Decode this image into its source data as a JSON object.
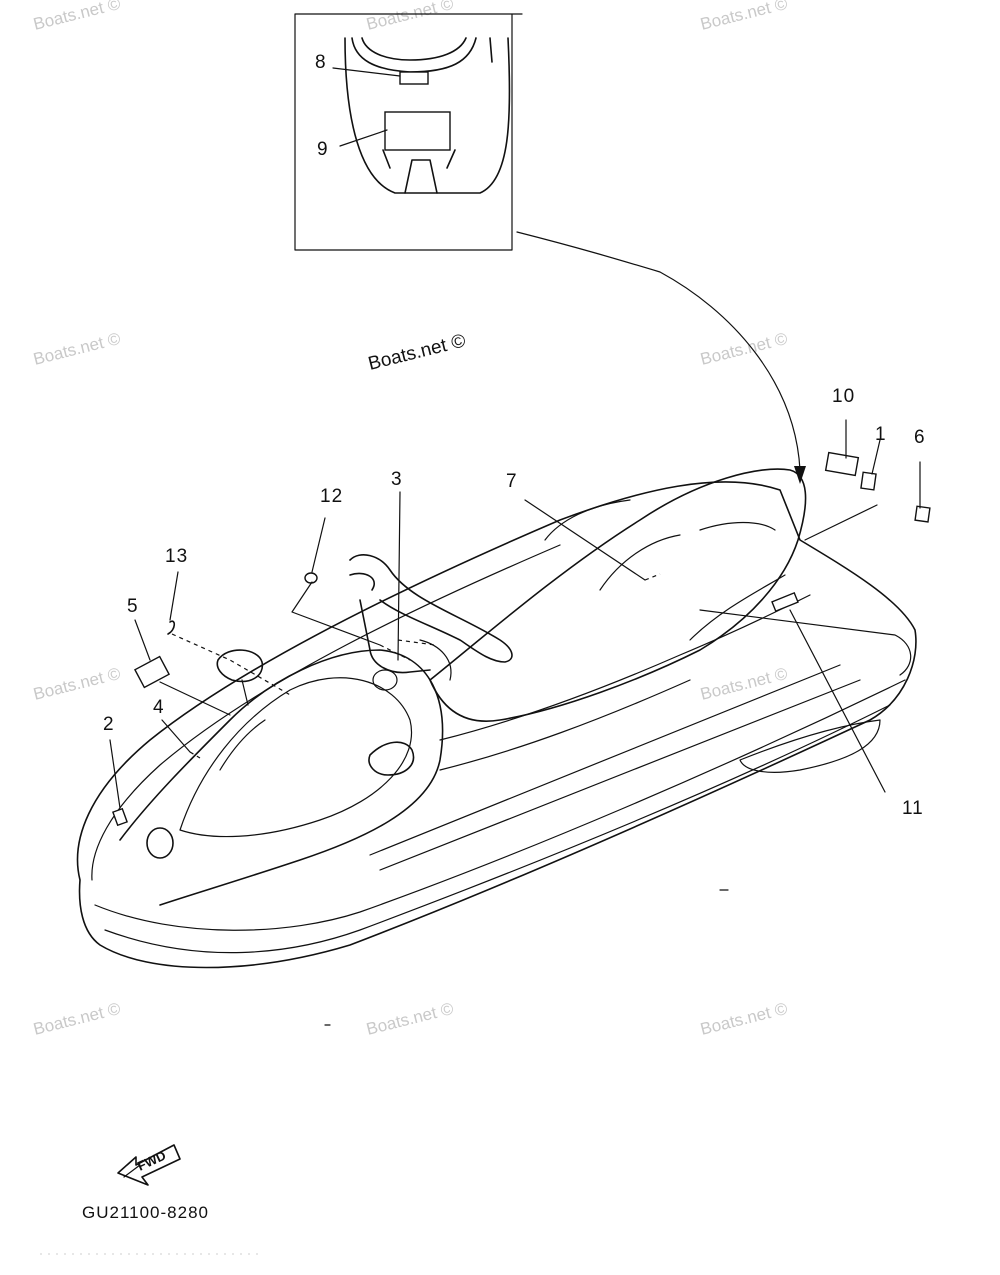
{
  "watermarks": [
    "Boats.net ©",
    "Boats.net ©",
    "Boats.net ©",
    "Boats.net ©",
    "Boats.net ©",
    "Boats.net ©",
    "Boats.net ©",
    "Boats.net ©",
    "Boats.net ©",
    "Boats.net ©"
  ],
  "center_watermark": "Boats.net ©",
  "callouts": {
    "c1": "1",
    "c2": "2",
    "c3": "3",
    "c4": "4",
    "c5": "5",
    "c6": "6",
    "c7": "7",
    "c8": "8",
    "c9": "9",
    "c10": "10",
    "c11": "11",
    "c12": "12",
    "c13": "13"
  },
  "fwd_label": "FWD",
  "diagram_code": "GU21100-8280"
}
